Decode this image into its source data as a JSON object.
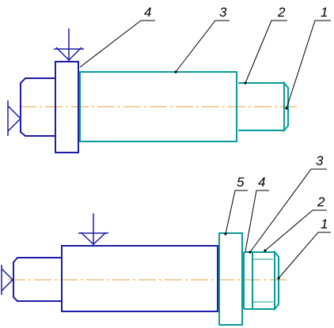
{
  "colors": {
    "setup_outline": "#1c1ca8",
    "machined_surface": "#0b9a9a",
    "center_axis": "#e0a040",
    "leader_lines": "#000000"
  },
  "top_view": {
    "labels": [
      "4",
      "3",
      "2",
      "1"
    ],
    "locating_symbols": [
      "support-symbol",
      "clamp-symbol"
    ]
  },
  "bottom_view": {
    "labels": [
      "5",
      "4",
      "3",
      "2",
      "1"
    ],
    "locating_symbols": [
      "support-symbol",
      "clamp-symbol"
    ]
  }
}
